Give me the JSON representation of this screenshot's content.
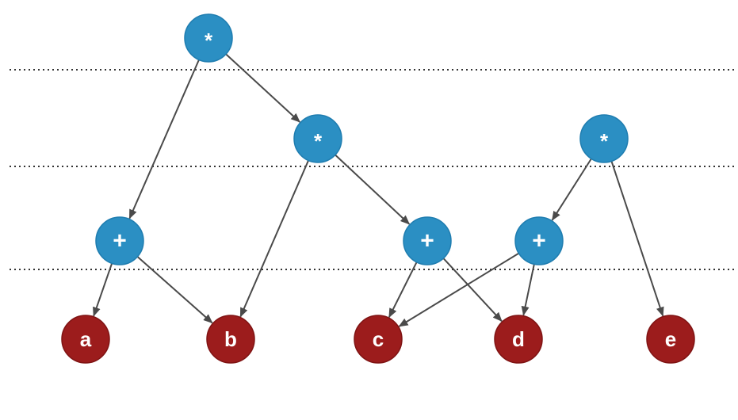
{
  "colors": {
    "operator_fill": "#2b8fc3",
    "operator_stroke": "#1f7db0",
    "leaf_fill": "#9c1c1c",
    "leaf_stroke": "#7f1313",
    "edge": "#4a4a4a",
    "divider": "#333333"
  },
  "nodes": [
    {
      "id": "mul-root",
      "label": "*",
      "kind": "operator"
    },
    {
      "id": "mul-mid",
      "label": "*",
      "kind": "operator"
    },
    {
      "id": "mul-right",
      "label": "*",
      "kind": "operator"
    },
    {
      "id": "add-1",
      "label": "+",
      "kind": "operator"
    },
    {
      "id": "add-2",
      "label": "+",
      "kind": "operator"
    },
    {
      "id": "add-3",
      "label": "+",
      "kind": "operator"
    },
    {
      "id": "leaf-a",
      "label": "a",
      "kind": "leaf"
    },
    {
      "id": "leaf-b",
      "label": "b",
      "kind": "leaf"
    },
    {
      "id": "leaf-c",
      "label": "c",
      "kind": "leaf"
    },
    {
      "id": "leaf-d",
      "label": "d",
      "kind": "leaf"
    },
    {
      "id": "leaf-e",
      "label": "e",
      "kind": "leaf"
    }
  ],
  "edges": [
    {
      "from": "mul-root",
      "to": "add-1"
    },
    {
      "from": "mul-root",
      "to": "mul-mid"
    },
    {
      "from": "mul-mid",
      "to": "leaf-b"
    },
    {
      "from": "mul-mid",
      "to": "add-2"
    },
    {
      "from": "mul-right",
      "to": "add-3"
    },
    {
      "from": "mul-right",
      "to": "leaf-e"
    },
    {
      "from": "add-1",
      "to": "leaf-a"
    },
    {
      "from": "add-1",
      "to": "leaf-b"
    },
    {
      "from": "add-2",
      "to": "leaf-c"
    },
    {
      "from": "add-2",
      "to": "leaf-d"
    },
    {
      "from": "add-3",
      "to": "leaf-c"
    },
    {
      "from": "add-3",
      "to": "leaf-d"
    }
  ]
}
